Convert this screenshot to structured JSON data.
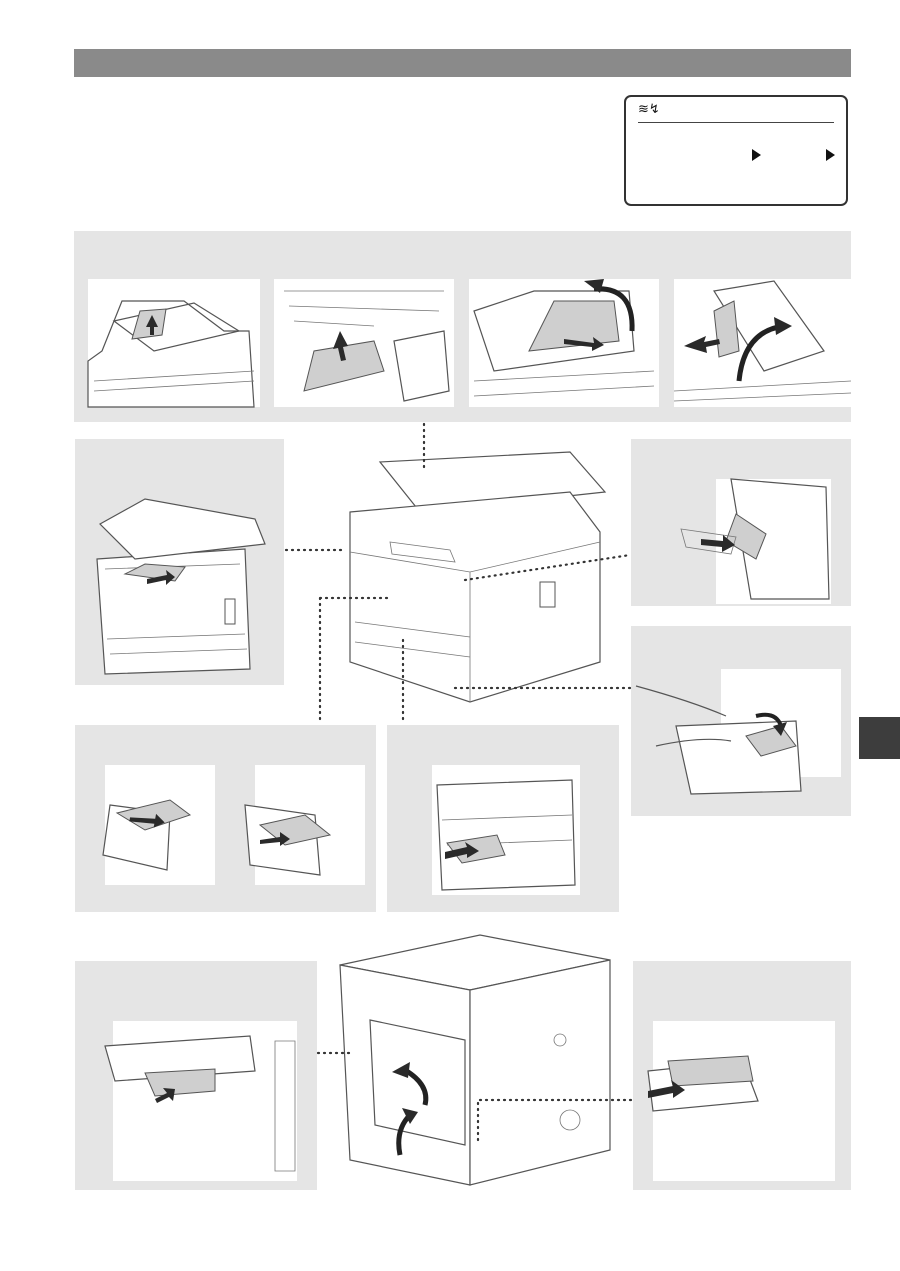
{
  "header": {
    "bar_color": "#8a8a8a"
  },
  "lcd": {
    "icon": "paper-jam-icon",
    "arrows": [
      "arrow-right-icon",
      "arrow-right-icon"
    ]
  },
  "panels": {
    "feeder": [
      "feeder-jam-1",
      "feeder-jam-2",
      "feeder-jam-3",
      "feeder-jam-4"
    ],
    "inside": "inside-jam",
    "manual_feed": "manual-feed-jam",
    "drawer": "drawer-jam",
    "front": [
      "front-jam-1",
      "front-jam-2"
    ],
    "output": "output-jam",
    "rear_duplex": "rear-duplex-jam",
    "rear_cover": "rear-cover-jam"
  },
  "colors": {
    "panel": "#e5e5e5",
    "side_tab": "#3d3d3d",
    "outline": "#555555"
  }
}
